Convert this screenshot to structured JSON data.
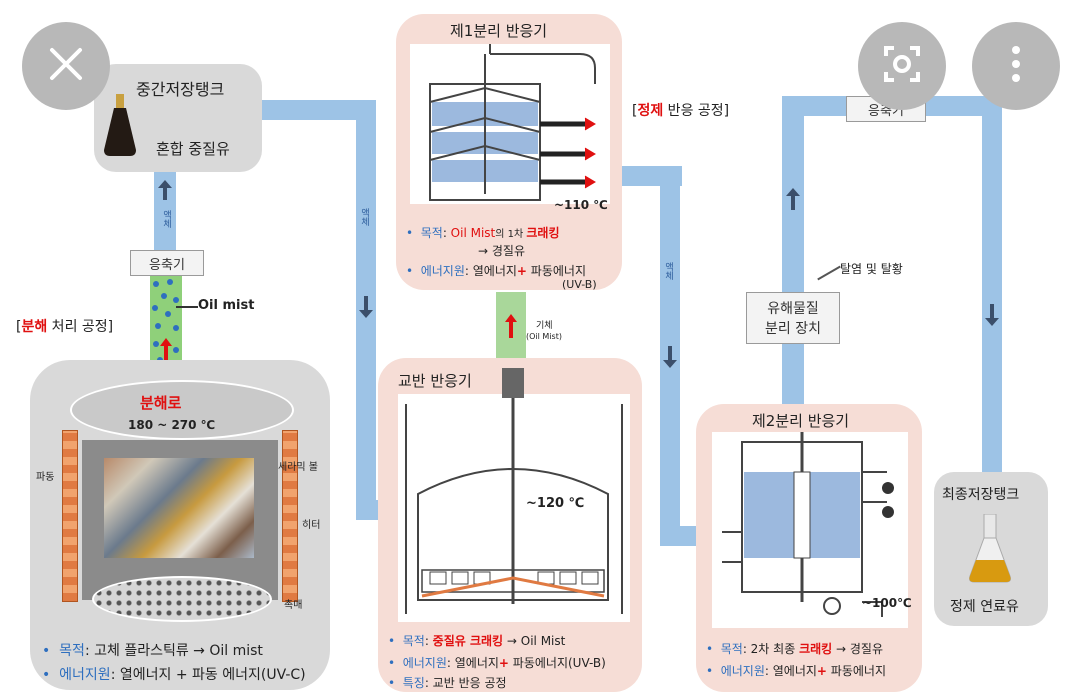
{
  "overlay": {
    "close_icon": "close-icon",
    "lens_icon": "lens-icon",
    "more_icon": "more-vertical-icon"
  },
  "left": {
    "tank_title": "중간저장탱크",
    "tank_sub": "혼합 중질유",
    "liquid_v": "액체",
    "condenser": "응축기",
    "oil_mist": "Oil mist",
    "process_prefix": "[",
    "process_red": "분해",
    "process_rest": " 처리 공정]",
    "furnace_title": "분해로",
    "furnace_temp": "180 ~ 270 ℃",
    "wave_label": "파동",
    "ceramic_label": "세라믹 볼",
    "heater_label": "히터",
    "catalyst_label": "촉매",
    "purpose_key": "목적",
    "purpose_val": ": 고체 플라스틱류 → Oil mist",
    "energy_key": "에너지원",
    "energy_val": ": 열에너지 + 파동 에너지(UV-C)"
  },
  "reactor1": {
    "title": "제1분리 반응기",
    "temp": "~110 ℃",
    "purpose_key": "목적",
    "purpose_pre": ": ",
    "purpose_red1": "Oil Mist",
    "purpose_mid": "의 1차 ",
    "purpose_red2": "크래킹",
    "purpose_tail": "→ 경질유",
    "energy_key": "에너지원",
    "energy_val": ": 열에너지",
    "energy_plus": "+",
    "energy_tail": " 파동에너지",
    "energy_tail2": "(UV-B)",
    "liquid_v": "액체"
  },
  "gas": {
    "label1": "기체",
    "label2": "(Oil Mist)"
  },
  "stirrer": {
    "title": "교반 반응기",
    "temp": "~120 ℃",
    "purpose_key": "목적",
    "purpose_red": "중질유 크래킹",
    "purpose_tail": " → Oil Mist",
    "energy_key": "에너지원",
    "energy_val": ": 열에너지",
    "energy_plus": "+",
    "energy_tail": " 파동에너지(UV-B)",
    "feature_key": "특징",
    "feature_val": ": 교반 반응 공정"
  },
  "refine": {
    "prefix": "[",
    "red": "정제",
    "rest": " 반응 공정]",
    "condenser": "응축기",
    "desulf": "탈염 및 탈황",
    "separator_line1": "유해물질",
    "separator_line2": "분리 장치",
    "liquid_v": "액체"
  },
  "reactor2": {
    "title": "제2분리 반응기",
    "temp": "~100℃",
    "purpose_key": "목적",
    "purpose_pre": ": 2차 최종 ",
    "purpose_red": "크래킹",
    "purpose_tail": " → 경질유",
    "energy_key": "에너지원",
    "energy_val": ": 열에너지",
    "energy_plus": "+",
    "energy_tail": " 파동에너지"
  },
  "final": {
    "title": "최종저장탱크",
    "sub": "정제 연료유"
  },
  "colors": {
    "pipe": "#9dc3e6",
    "pink_box": "#f6ddd6",
    "gray_box": "#d9d9d9",
    "accent_red": "#e01010"
  }
}
